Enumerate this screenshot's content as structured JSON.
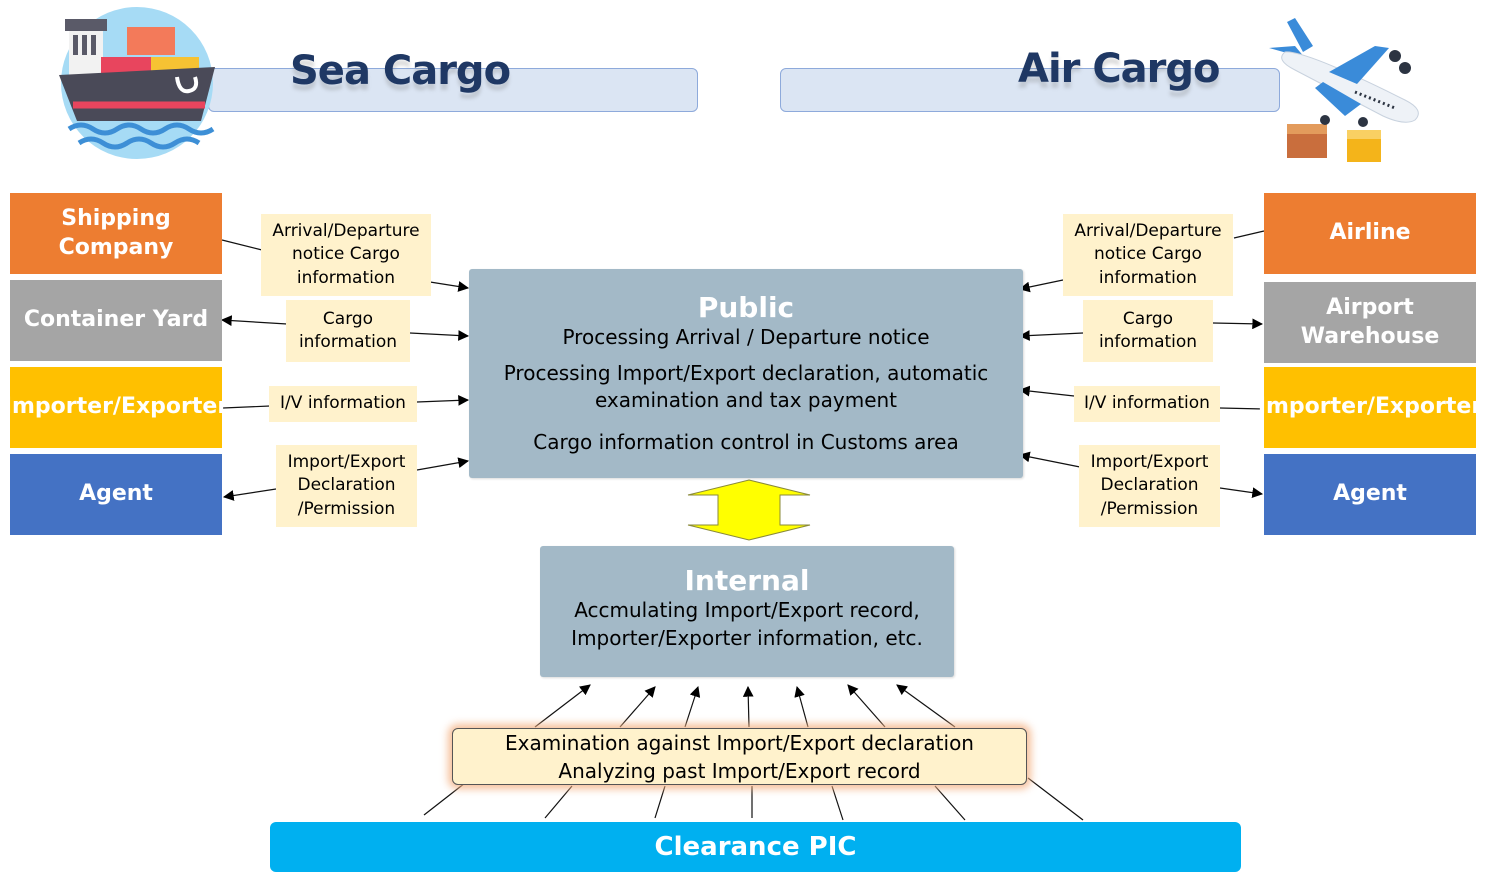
{
  "sea": {
    "title": "Sea Cargo"
  },
  "air": {
    "title": "Air Cargo"
  },
  "left_actors": [
    {
      "label": "Shipping Company"
    },
    {
      "label": "Container Yard"
    },
    {
      "label": "Importer/Exporter"
    },
    {
      "label": "Agent"
    }
  ],
  "right_actors": [
    {
      "label": "Airline"
    },
    {
      "label": "Airport Warehouse"
    },
    {
      "label": "Importer/Exporter"
    },
    {
      "label": "Agent"
    }
  ],
  "left_notes": [
    {
      "text": "Arrival/Departure\nnotice Cargo\ninformation"
    },
    {
      "text": "Cargo\ninformation"
    },
    {
      "text": "I/V information"
    },
    {
      "text": "Import/Export\nDeclaration\n/Permission"
    }
  ],
  "right_notes": [
    {
      "text": "Arrival/Departure\nnotice Cargo\ninformation"
    },
    {
      "text": "Cargo\ninformation"
    },
    {
      "text": "I/V information"
    },
    {
      "text": "Import/Export\nDeclaration\n/Permission"
    }
  ],
  "public": {
    "title": "Public",
    "line1": "Processing Arrival / Departure notice",
    "line2": "Processing Import/Export declaration, automatic",
    "line3": "examination and tax payment",
    "line4": "Cargo information control in Customs area"
  },
  "internal": {
    "title": "Internal",
    "line1": "Accmulating Import/Export record,",
    "line2": "Importer/Exporter information, etc."
  },
  "examination": {
    "line1": "Examination against Import/Export declaration",
    "line2": "Analyzing past Import/Export record"
  },
  "clearance": {
    "label": "Clearance PIC"
  },
  "colors": {
    "orange": "#ed7d31",
    "gray": "#a5a5a5",
    "yellow": "#ffc000",
    "blue": "#4472c4",
    "note": "#fff2cc",
    "system": "#a3b9c7",
    "clearance": "#00b0f0",
    "bidir_arrow": "#ffff00"
  },
  "icons": {
    "sea": "cargo-ship-icon",
    "air": "airplane-icon"
  }
}
